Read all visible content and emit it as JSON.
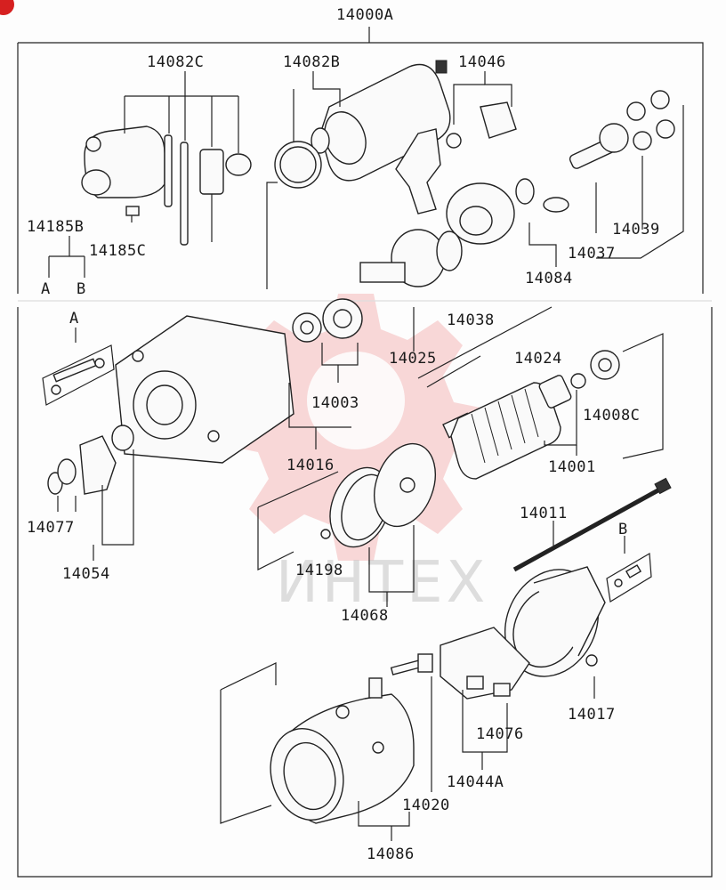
{
  "diagram": {
    "labels": {
      "assembly": "14000A",
      "p14082C": "14082C",
      "p14082B": "14082B",
      "p14046": "14046",
      "p14185B": "14185B",
      "p14185C": "14185C",
      "refA": "A",
      "refB": "B",
      "p14039": "14039",
      "p14037": "14037",
      "p14084": "14084",
      "p14038": "14038",
      "p14024": "14024",
      "p14025": "14025",
      "p14003": "14003",
      "p14008C": "14008C",
      "p14016": "14016",
      "p14001": "14001",
      "p14077": "14077",
      "p14054": "14054",
      "p14011": "14011",
      "p14198": "14198",
      "p14068": "14068",
      "p14017": "14017",
      "p14076": "14076",
      "p14044A": "14044A",
      "p14020": "14020",
      "p14086": "14086",
      "insetA": "A",
      "insetB": "B"
    },
    "watermark": "ИНТЕХ"
  }
}
